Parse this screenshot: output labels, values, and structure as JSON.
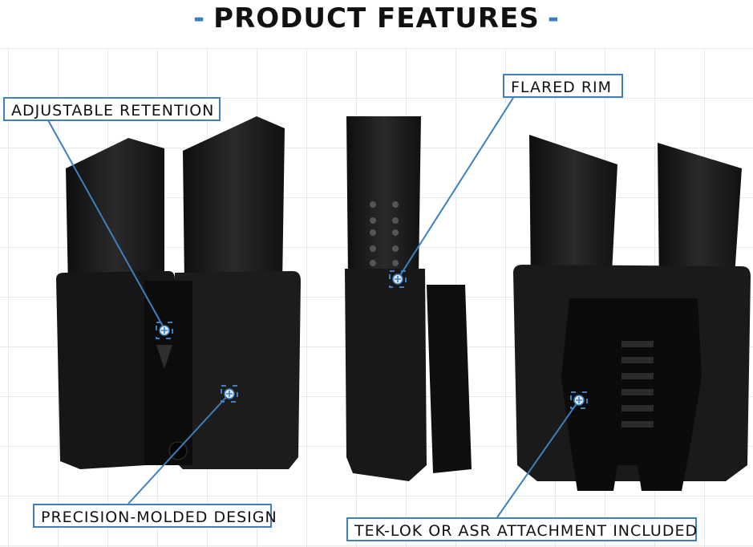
{
  "title": {
    "text": "PRODUCT FEATURES",
    "dash_left": "-",
    "dash_right": "-"
  },
  "callouts": {
    "adjustable_retention": "ADJUSTABLE RETENTION",
    "flared_rim": "FLARED RIM",
    "precision_molded": "PRECISION-MOLDED DESIGN",
    "teklok": "TEK-LOK OR ASR ATTACHMENT INCLUDED"
  },
  "colors": {
    "accent": "#3f7fbf",
    "product": "#1a1a1a",
    "grid": "#e3e8ee"
  }
}
